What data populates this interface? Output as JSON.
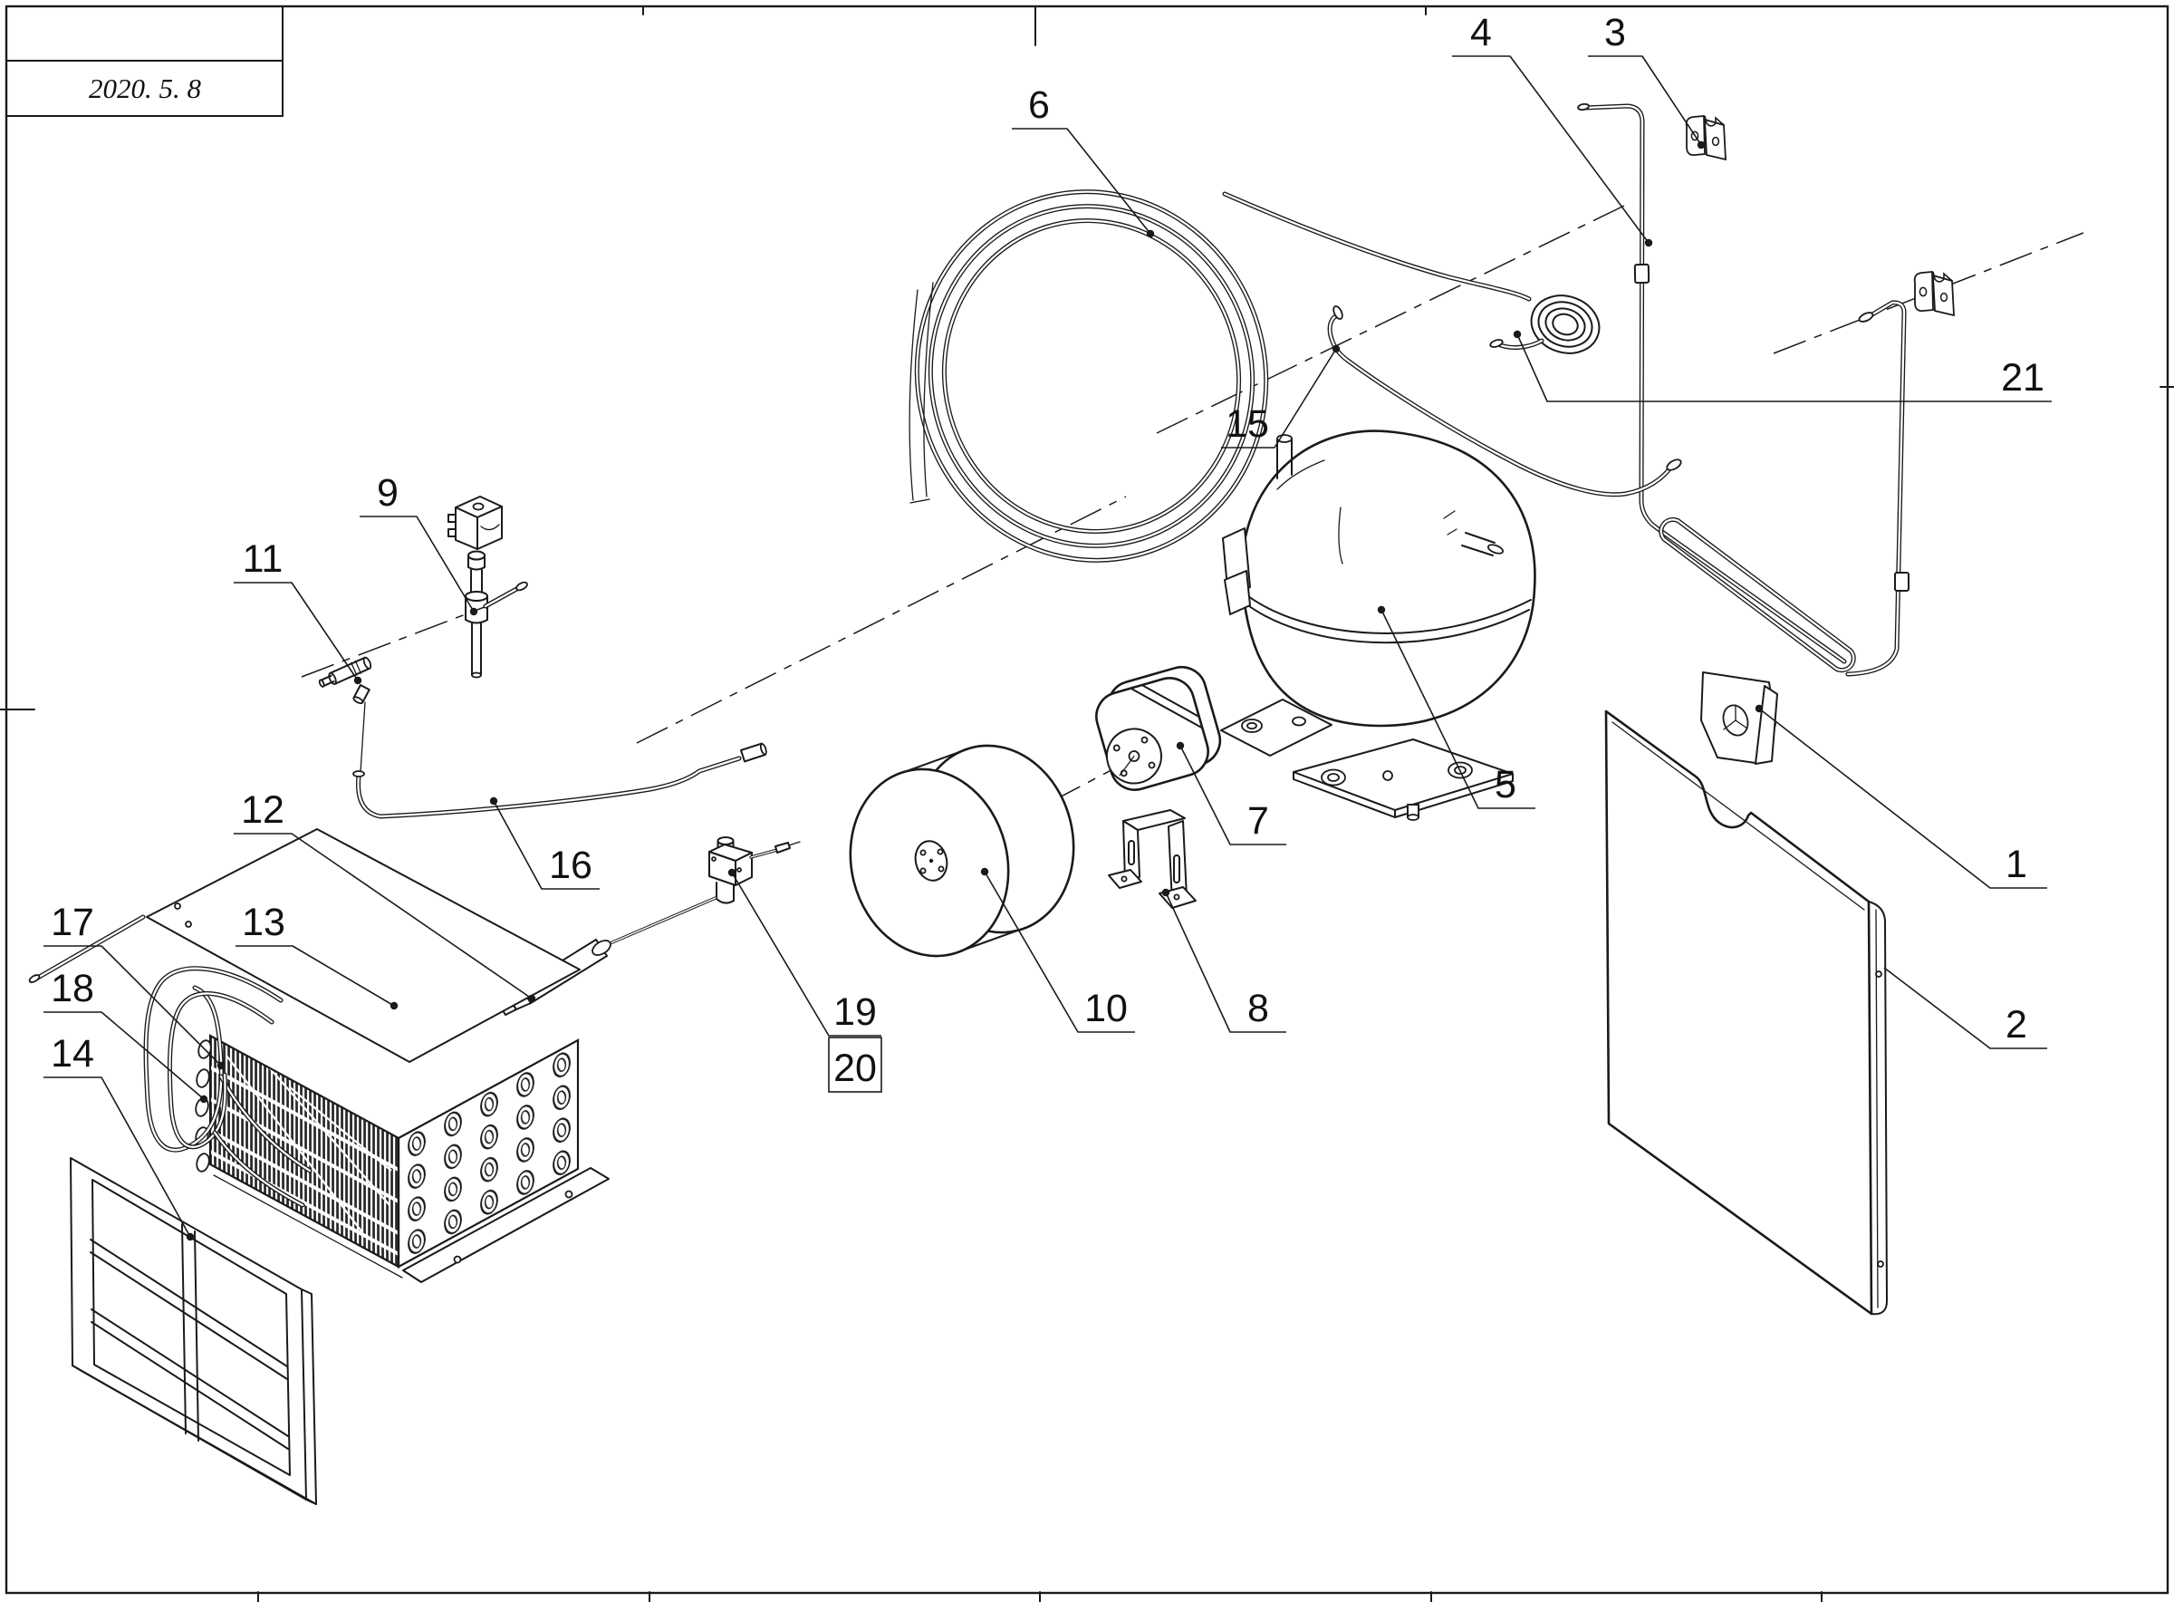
{
  "title_block": {
    "date": "2020. 5. 8"
  },
  "callouts": {
    "c1": "1",
    "c2": "2",
    "c3": "3",
    "c4": "4",
    "c5": "5",
    "c6": "6",
    "c7": "7",
    "c8": "8",
    "c9": "9",
    "c10": "10",
    "c11": "11",
    "c12": "12",
    "c13": "13",
    "c14": "14",
    "c15": "15",
    "c16": "16",
    "c17": "17",
    "c18": "18",
    "c19": "19",
    "c20": "20",
    "c21": "21"
  },
  "colors": {
    "line": "#1a1a1a",
    "background": "#ffffff"
  }
}
